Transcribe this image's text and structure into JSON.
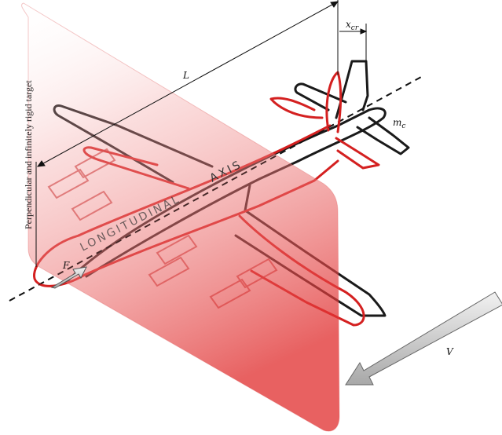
{
  "labels": {
    "length": "L",
    "crush_distance": "x",
    "crush_distance_sub": "cr",
    "mass": "m",
    "mass_sub": "c",
    "force": "F",
    "velocity": "V"
  },
  "target_label": "Perpendicular and infinitely rigid target",
  "axis_label": {
    "part1": "LONGITUDINAL",
    "part2": "AXIS"
  },
  "colors": {
    "original_outline": "#1a1a1a",
    "deformed_outline": "#d42020",
    "target_fill": "#e23a3a",
    "arrow_fill": "#d8d8d8"
  }
}
